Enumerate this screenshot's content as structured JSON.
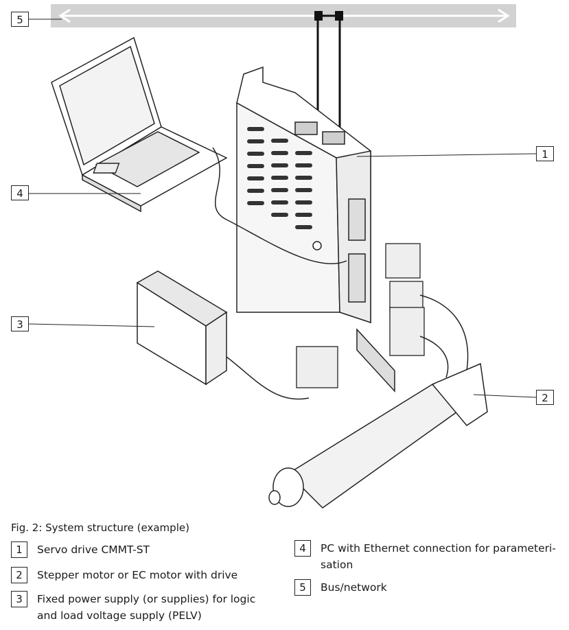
{
  "callouts": [
    "5",
    "4",
    "3",
    "1",
    "2"
  ],
  "caption": "Fig. 2: System structure (example)",
  "legend": [
    {
      "num": "1",
      "text": "Servo drive CMMT-ST"
    },
    {
      "num": "2",
      "text": "Stepper motor or EC motor with drive"
    },
    {
      "num": "3",
      "text_line1": "Fixed power supply (or supplies) for logic",
      "text_line2": "and load voltage supply (PELV)"
    },
    {
      "num": "4",
      "text_line1": "PC with Ethernet connection for parameteri-",
      "text_line2": "sation"
    },
    {
      "num": "5",
      "text": "Bus/network"
    }
  ]
}
